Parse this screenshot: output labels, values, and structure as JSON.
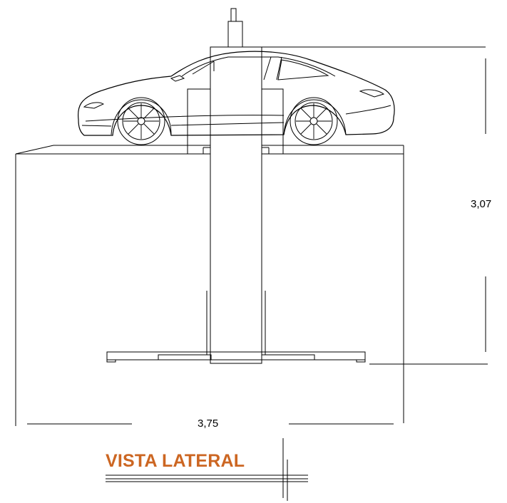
{
  "dimensions": {
    "height_label": "3,07",
    "width_label": "3,75"
  },
  "title": {
    "text": "VISTA LATERAL",
    "color": "#cc6622"
  },
  "colors": {
    "line": "#000000",
    "background": "#ffffff"
  }
}
